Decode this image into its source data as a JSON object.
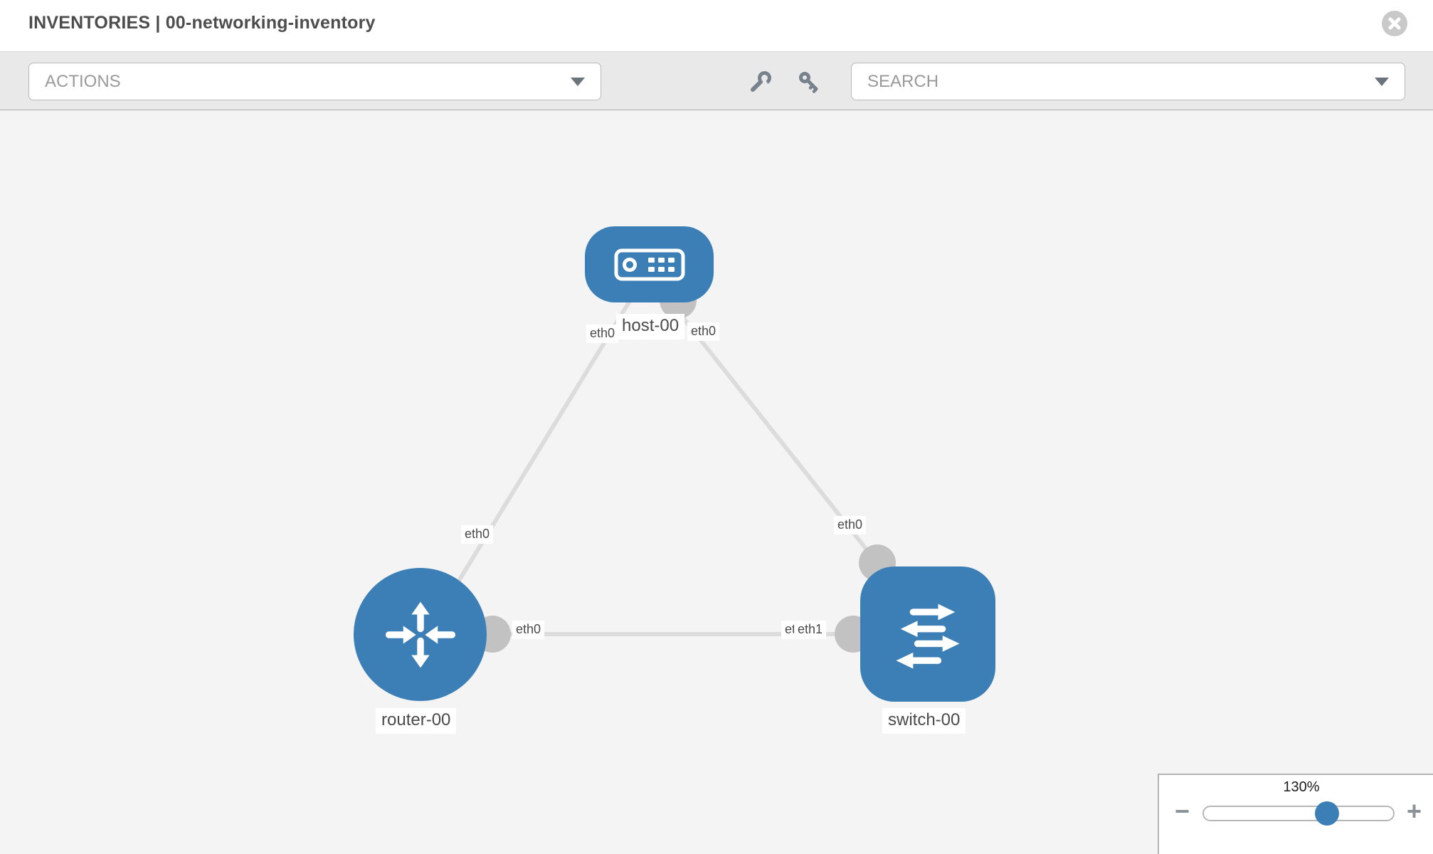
{
  "header": {
    "title": "INVENTORIES | 00-networking-inventory"
  },
  "toolbar": {
    "actions_label": "ACTIONS",
    "search_label": "SEARCH",
    "icons": [
      "wrench-icon",
      "key-icon"
    ]
  },
  "topology": {
    "nodes": [
      {
        "name": "host-00",
        "type": "host",
        "shape": "rounded-rect"
      },
      {
        "name": "router-00",
        "type": "router",
        "shape": "circle"
      },
      {
        "name": "switch-00",
        "type": "switch",
        "shape": "rounded-square"
      }
    ],
    "links": [
      {
        "from": "host-00",
        "from_interface": "eth0",
        "to": "router-00",
        "to_interface": "eth0"
      },
      {
        "from": "host-00",
        "from_interface": "eth0",
        "to": "switch-00",
        "to_interface": "eth0"
      },
      {
        "from": "router-00",
        "from_interface": "eth0",
        "to": "switch-00",
        "to_interface": "eth1"
      }
    ],
    "overlapped_interface_label": "eth0"
  },
  "zoom_control": {
    "value": "130%",
    "minus_label": "−",
    "plus_label": "+"
  },
  "colors": {
    "node_blue": "#3b7fb6",
    "link_gray": "#dcdcdc",
    "connector_gray": "#c2c2c2",
    "toolbar_bg": "#e9e9e9",
    "canvas_bg": "#f4f4f4"
  }
}
